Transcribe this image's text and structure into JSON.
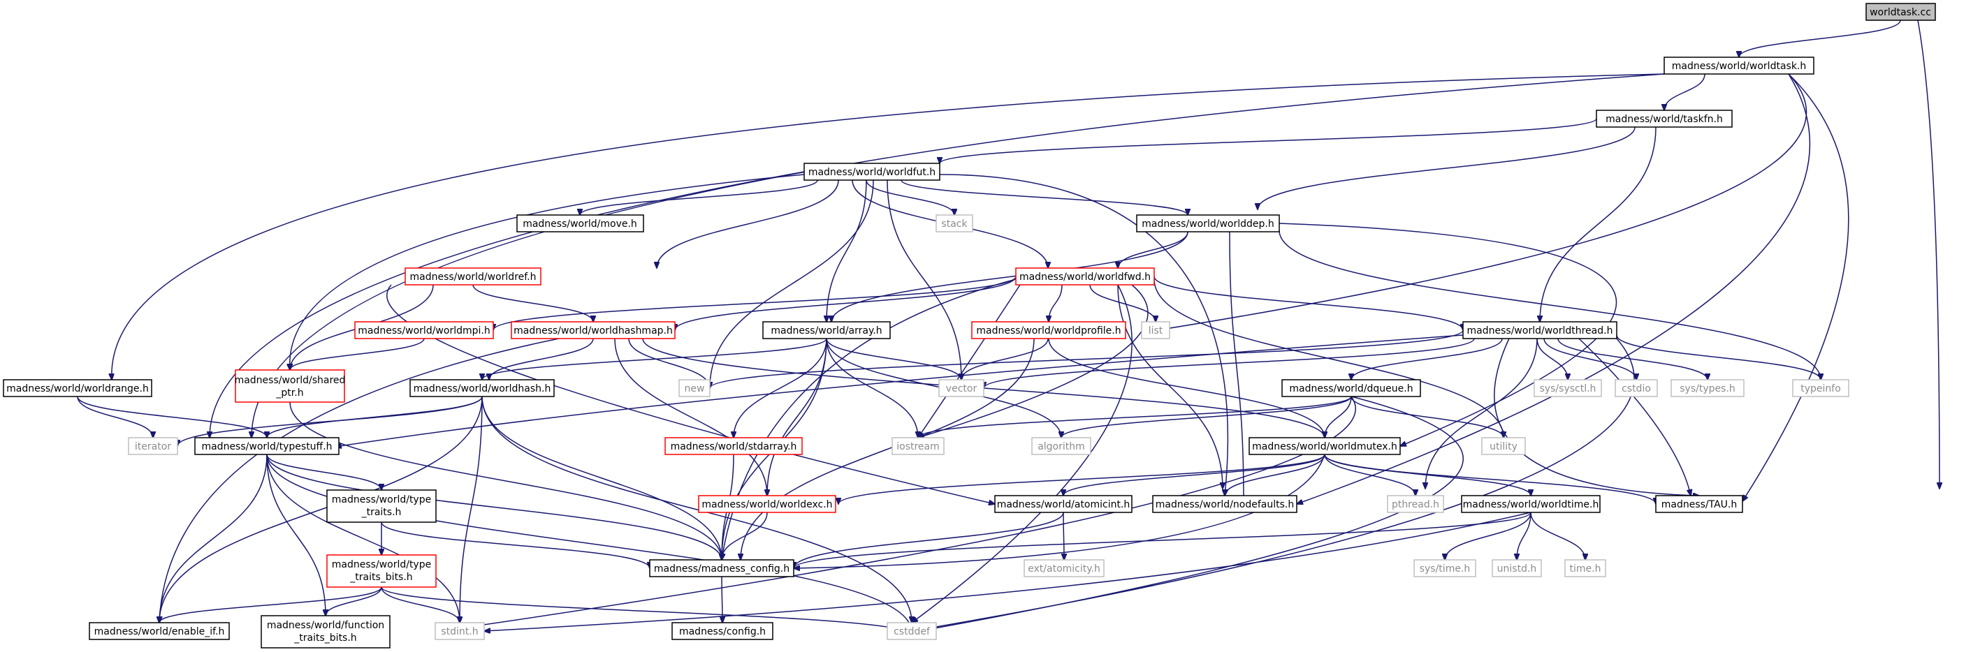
{
  "graph": {
    "title": "worldtask.cc",
    "colors": {
      "edge": "#191970",
      "border_normal": "#000000",
      "border_incomplete": "#ff0000",
      "border_system": "#bfbfbf",
      "root_fill": "#bfbfbf",
      "text_normal": "#000000",
      "text_system": "#8c8c8c"
    },
    "nodes": {
      "root": "worldtask.cc",
      "worldtask_h": "madness/world/worldtask.h",
      "taskfn_h": "madness/world/taskfn.h",
      "worldfut_h": "madness/world/worldfut.h",
      "move_h": "madness/world/move.h",
      "stack": "stack",
      "worlddep_h": "madness/world/worlddep.h",
      "worldref_h": "madness/world/worldref.h",
      "worldfwd_h": "madness/world/worldfwd.h",
      "worldmpi_h": "madness/world/worldmpi.h",
      "worldhashmap_h": "madness/world/worldhashmap.h",
      "array_h": "madness/world/array.h",
      "worldprofile_h": "madness/world/worldprofile.h",
      "list": "list",
      "worldthread_h": "madness/world/worldthread.h",
      "worldrange_h": "madness/world/worldrange.h",
      "shared_ptr_h_1": "madness/world/shared",
      "shared_ptr_h_2": "_ptr.h",
      "worldhash_h": "madness/world/worldhash.h",
      "new": "new",
      "vector": "vector",
      "dqueue_h": "madness/world/dqueue.h",
      "sys_sysctl_h": "sys/sysctl.h",
      "cstdio": "cstdio",
      "sys_types_h": "sys/types.h",
      "typeinfo": "typeinfo",
      "iterator": "iterator",
      "typestuff_h": "madness/world/typestuff.h",
      "stdarray_h": "madness/world/stdarray.h",
      "iostream": "iostream",
      "algorithm": "algorithm",
      "worldmutex_h": "madness/world/worldmutex.h",
      "utility": "utility",
      "type_traits_h_1": "madness/world/type",
      "type_traits_h_2": "_traits.h",
      "worldexc_h": "madness/world/worldexc.h",
      "atomicint_h": "madness/world/atomicint.h",
      "nodefaults_h": "madness/world/nodefaults.h",
      "pthread_h": "pthread.h",
      "worldtime_h": "madness/world/worldtime.h",
      "tau_h": "madness/TAU.h",
      "madness_config_h": "madness/madness_config.h",
      "type_traits_bits_h_1": "madness/world/type",
      "type_traits_bits_h_2": "_traits_bits.h",
      "ext_atomicity_h": "ext/atomicity.h",
      "sys_time_h": "sys/time.h",
      "unistd_h": "unistd.h",
      "time_h": "time.h",
      "enable_if_h": "madness/world/enable_if.h",
      "function_traits_bits_h_1": "madness/world/function",
      "function_traits_bits_h_2": "_traits_bits.h",
      "stdint_h": "stdint.h",
      "cstddef": "cstddef",
      "config_h": "madness/config.h"
    }
  }
}
